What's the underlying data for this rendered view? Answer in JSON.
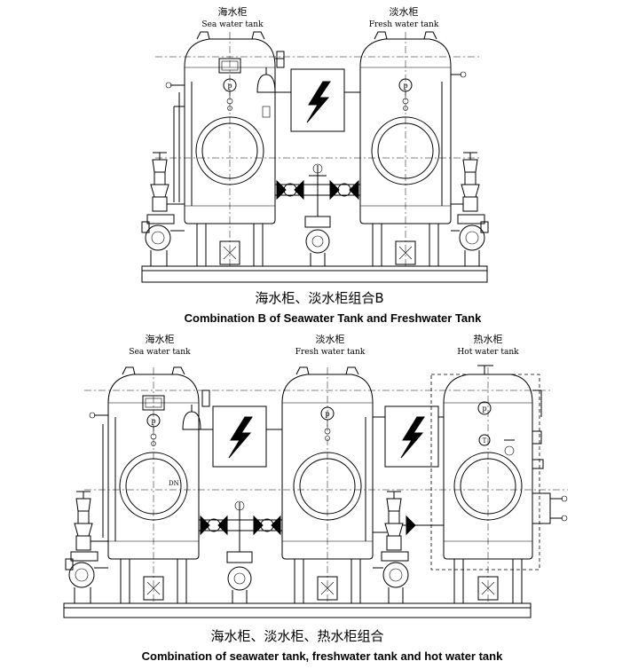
{
  "diagram_b": {
    "labels": {
      "sea_cn": "海水柜",
      "sea_en": "Sea water tank",
      "fresh_cn": "淡水柜",
      "fresh_en": "Fresh water tank"
    },
    "caption_cn": "海水柜、淡水柜组合B",
    "caption_en": "Combination B of Seawater Tank and Freshwater Tank",
    "gauge": "p"
  },
  "diagram_c": {
    "labels": {
      "sea_cn": "海水柜",
      "sea_en": "Sea water tank",
      "fresh_cn": "淡水柜",
      "fresh_en": "Fresh water tank",
      "hot_cn": "热水柜",
      "hot_en": "Hot water tank"
    },
    "dn_label": "DN",
    "gauge": "p",
    "thermo": "T",
    "caption_cn": "海水柜、淡水柜、热水柜组合",
    "caption_en": "Combination of seawater tank, freshwater tank and hot water tank"
  }
}
